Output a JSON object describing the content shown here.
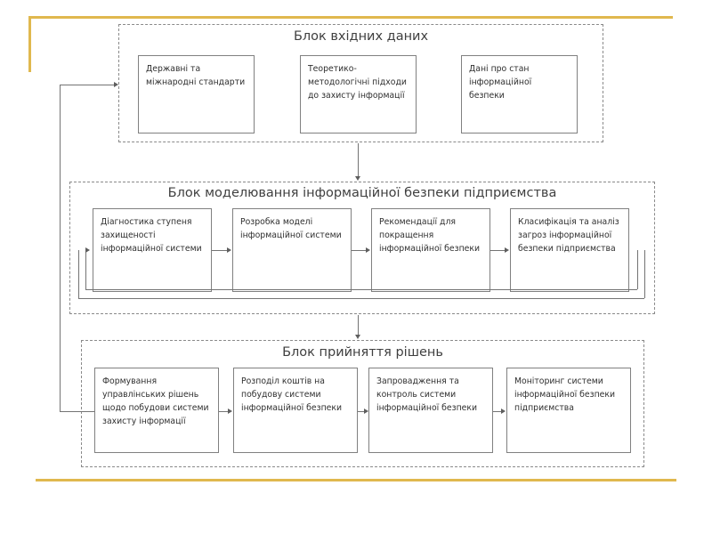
{
  "decor": {
    "accent_color": "#e0b84e",
    "line_color": "#808080",
    "dash_color": "#8a8a8a"
  },
  "groups": [
    {
      "id": "input-data-block",
      "title": "Блок вхідних даних",
      "boxes": [
        {
          "id": "state-international-standards",
          "text": "Державні та\nміжнародні стандарти"
        },
        {
          "id": "theoretical-methodological-approaches",
          "text": "Теоретико-\nметодологічні підходи\nдо захисту інформації"
        },
        {
          "id": "information-security-state-data",
          "text": "Дані про стан\nінформаційної\nбезпеки"
        }
      ]
    },
    {
      "id": "modeling-block",
      "title": "Блок моделювання інформаційної безпеки підприємства",
      "boxes": [
        {
          "id": "protection-degree-diagnostics",
          "text": "Діагностика ступеня\nзахищеності\nінформаційної системи"
        },
        {
          "id": "information-system-model-development",
          "text": "Розробка моделі\nінформаційної системи"
        },
        {
          "id": "security-improvement-recommendations",
          "text": "Рекомендації для\nпокращення\nінформаційної безпеки"
        },
        {
          "id": "threat-classification-analysis",
          "text": "Класифікація та аналіз\nзагроз інформаційної\nбезпеки підприємства"
        }
      ]
    },
    {
      "id": "decision-making-block",
      "title": "Блок прийняття рішень",
      "boxes": [
        {
          "id": "management-decision-formation",
          "text": "Формування\nуправлінських рішень\nщодо побудови системи\nзахисту інформації"
        },
        {
          "id": "funds-allocation",
          "text": "Розподіл коштів на\nпобудову системи\nінформаційної безпеки"
        },
        {
          "id": "implementation-and-control",
          "text": "Запровадження та\nконтроль системи\nінформаційної безпеки"
        },
        {
          "id": "security-system-monitoring",
          "text": "Моніторинг системи\nінформаційної безпеки\nпідприємства"
        }
      ]
    }
  ]
}
